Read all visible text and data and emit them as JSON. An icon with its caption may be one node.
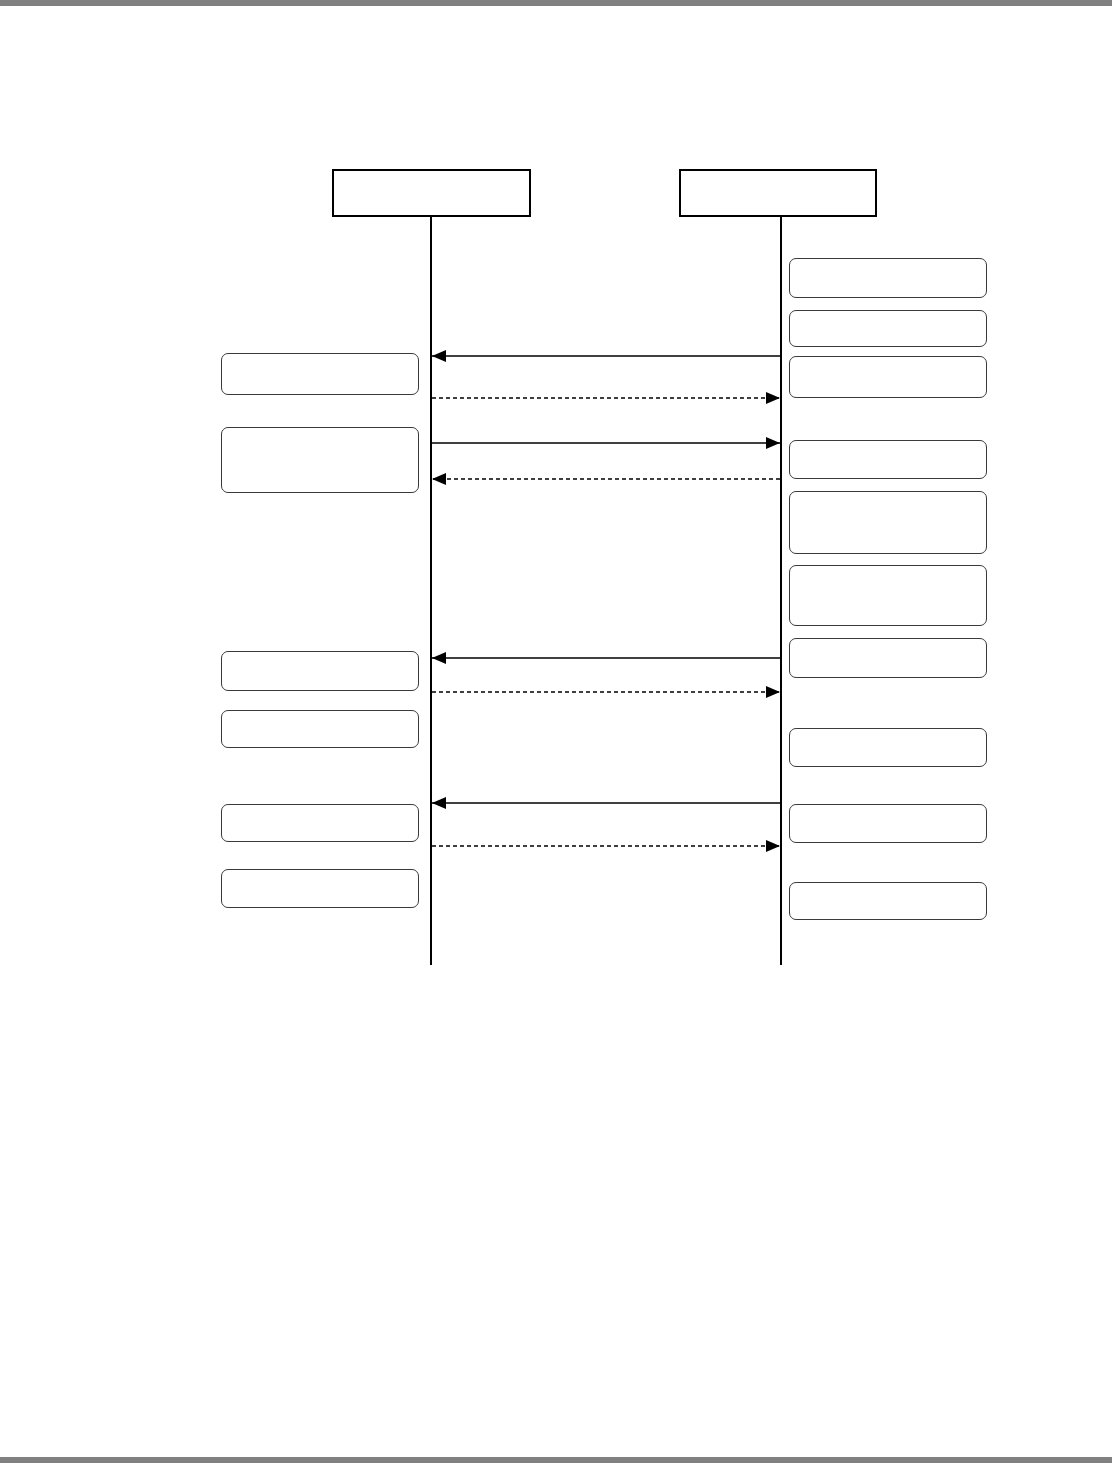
{
  "diagram": {
    "nodes": [
      {
        "text": [],
        "shape": "box"
      },
      {
        "text": [],
        "shape": "box"
      },
      {
        "text": [],
        "shape": "bar"
      },
      {
        "text": [],
        "shape": "bar"
      },
      {
        "text": [],
        "shape": "box"
      },
      {
        "text": [],
        "shape": "box"
      },
      {
        "text": [],
        "shape": "box"
      },
      {
        "text": [],
        "shape": "box"
      },
      {
        "text": [],
        "shape": "box"
      },
      {
        "text": [],
        "shape": "box"
      },
      {
        "text": [],
        "shape": "box"
      },
      {
        "text": [],
        "shape": "box"
      },
      {
        "text": [],
        "shape": "box"
      },
      {
        "text": [],
        "shape": "box"
      },
      {
        "text": [],
        "shape": "box"
      },
      {
        "text": [],
        "shape": "box"
      },
      {
        "text": [],
        "shape": "box"
      },
      {
        "text": [],
        "shape": "box"
      },
      {
        "text": [],
        "shape": "box"
      },
      {
        "text": [],
        "shape": "box"
      }
    ],
    "edges": [
      {
        "from": 3,
        "to": 2,
        "arrow": "to"
      },
      {
        "from": 2,
        "to": 3,
        "arrow": "to",
        "style": "dashed"
      },
      {
        "from": 2,
        "to": 3,
        "arrow": "to"
      },
      {
        "from": 3,
        "to": 2,
        "arrow": "to",
        "style": "dashed"
      },
      {
        "from": 3,
        "to": 2,
        "arrow": "to"
      },
      {
        "from": 2,
        "to": 3,
        "arrow": "to",
        "style": "dashed"
      },
      {
        "from": 3,
        "to": 2,
        "arrow": "to"
      },
      {
        "from": 2,
        "to": 3,
        "arrow": "to",
        "style": "dashed"
      }
    ]
  }
}
